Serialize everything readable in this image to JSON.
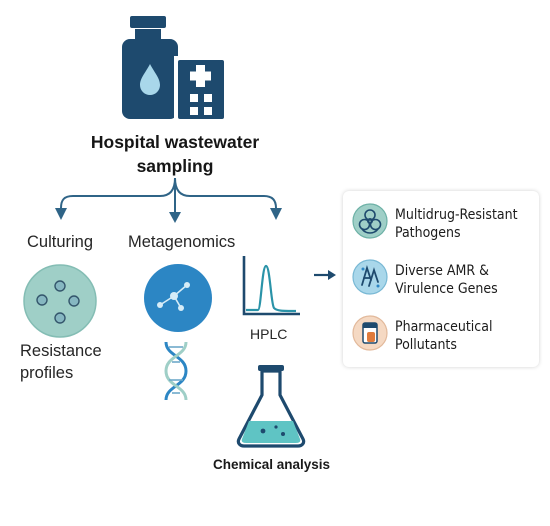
{
  "title_line1": "Hospital wastewater",
  "title_line2": "sampling",
  "branches": {
    "culturing": "Culturing",
    "metagenomics": "Metagenomics",
    "hplc": "HPLC"
  },
  "resistance_line1": "Resistance",
  "resistance_line2": "profiles",
  "chemical_analysis": "Chemical analysis",
  "outcomes": [
    {
      "line1": "Multidrug-Resistant",
      "line2": "Pathogens",
      "icon": "biohazard-icon"
    },
    {
      "line1": "Diverse AMR &",
      "line2": "Virulence Genes",
      "icon": "bacteria-icon"
    },
    {
      "line1": "Pharmaceutical",
      "line2": "Pollutants",
      "icon": "pill-icon"
    }
  ],
  "colors": {
    "navy": "#1e4a6e",
    "teal": "#9fcfc7",
    "blue_circle": "#2c86c4",
    "light_blue": "#a9d7ea",
    "arrow": "#2f6487"
  }
}
